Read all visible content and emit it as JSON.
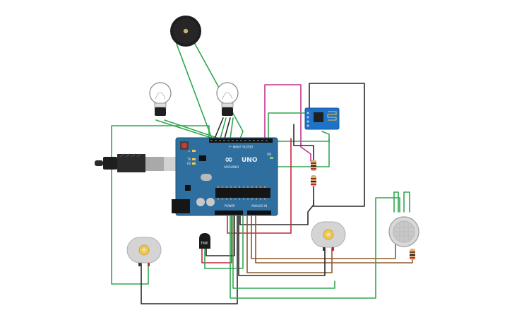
{
  "arduino": {
    "logo": "∞",
    "model": "UNO",
    "brand": "ARDUINO",
    "digital_label": "DIGITAL (PWM ~)",
    "power_label": "POWER",
    "analog_label": "ANALOG IN",
    "tx_label": "TX",
    "rx_label": "RX",
    "l_label": "L",
    "on_label": "ON"
  },
  "temp_sensor": {
    "label": "TMP"
  },
  "colors": {
    "board": "#2f6f9f",
    "board_dark": "#1f4f78",
    "wire_green": "#2fa84f",
    "wire_black": "#2a2a2a",
    "wire_red": "#c8253a",
    "wire_magenta": "#c2338f",
    "wire_brown": "#8a5a2b",
    "esp_board": "#1e73c8"
  },
  "components": [
    {
      "name": "piezo-buzzer",
      "kind": "buzzer"
    },
    {
      "name": "light-bulb-left",
      "kind": "bulb"
    },
    {
      "name": "light-bulb-right",
      "kind": "bulb"
    },
    {
      "name": "esp8266-wifi-module",
      "kind": "wifi"
    },
    {
      "name": "arduino-uno",
      "kind": "microcontroller"
    },
    {
      "name": "dc-motor-left",
      "kind": "motor"
    },
    {
      "name": "dc-motor-right",
      "kind": "motor"
    },
    {
      "name": "gas-sensor",
      "kind": "sensor"
    },
    {
      "name": "temperature-sensor",
      "kind": "sensor"
    },
    {
      "name": "resistor",
      "kind": "resistor",
      "count": 3
    }
  ]
}
